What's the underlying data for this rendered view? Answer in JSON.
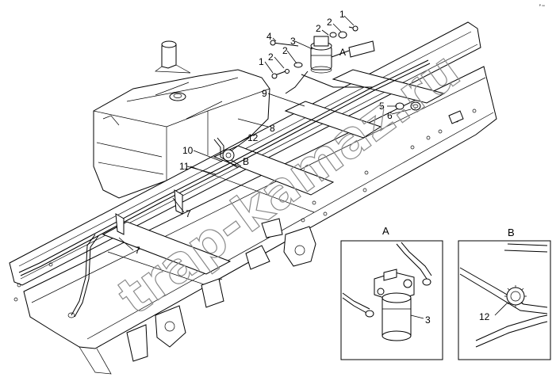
{
  "drawing": {
    "corner_mark": "ᴾ ⁿⁿ",
    "watermark": "trap-kamaz.ru",
    "callouts": {
      "c1a": "1",
      "c2a": "2",
      "c4": "4",
      "c2b": "2",
      "c3a": "3",
      "c2c": "2",
      "cA": "A",
      "c1b": "1",
      "c2d": "2",
      "c9": "9",
      "c5": "5",
      "c6": "6",
      "c8": "8",
      "c12": "12",
      "c10": "10",
      "cB": "B",
      "c11": "11",
      "c7a": "7",
      "c7b": "7"
    },
    "detail_a": {
      "title": "A",
      "callout_3": "3"
    },
    "detail_b": {
      "title": "B",
      "callout_12": "12"
    }
  }
}
